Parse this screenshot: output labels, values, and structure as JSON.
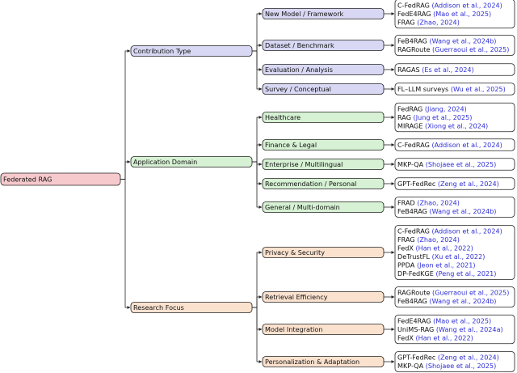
{
  "colors": {
    "root": "#f6c9cc",
    "contribution": "#d8d8f4",
    "application": "#d6f1d3",
    "research": "#fbe2cf",
    "leaf": "#ffffff",
    "citation": "#2e2ed6",
    "line": "#222222"
  },
  "root": {
    "label": "Federated RAG"
  },
  "branches": [
    {
      "label": "Contribution Type",
      "children": [
        {
          "label": "New Model / Framework",
          "refs": [
            {
              "name": "C-FedRAG",
              "cite": "(Addison et al., 2024)"
            },
            {
              "name": "FedE4RAG",
              "cite": "(Mao et al., 2025)"
            },
            {
              "name": "FRAG",
              "cite": "(Zhao, 2024)"
            }
          ]
        },
        {
          "label": "Dataset / Benchmark",
          "refs": [
            {
              "name": "FeB4RAG",
              "cite": "(Wang et al., 2024b)"
            },
            {
              "name": "RAGRoute",
              "cite": "(Guerraoui et al., 2025)"
            }
          ]
        },
        {
          "label": "Evaluation / Analysis",
          "refs": [
            {
              "name": "RAGAS",
              "cite": "(Es et al., 2024)"
            }
          ]
        },
        {
          "label": "Survey / Conceptual",
          "refs": [
            {
              "name": "FL–LLM surveys",
              "cite": "(Wu et al., 2025)"
            }
          ]
        }
      ]
    },
    {
      "label": "Application Domain",
      "children": [
        {
          "label": "Healthcare",
          "refs": [
            {
              "name": "FedRAG",
              "cite": "(Jiang, 2024)"
            },
            {
              "name": "RAG",
              "cite": "(Jung et al., 2025)"
            },
            {
              "name": "MIRAGE",
              "cite": "(Xiong et al., 2024)"
            }
          ]
        },
        {
          "label": "Finance & Legal",
          "refs": [
            {
              "name": "C-FedRAG",
              "cite": "(Addison et al., 2024)"
            }
          ]
        },
        {
          "label": "Enterprise / Multilingual",
          "refs": [
            {
              "name": "MKP-QA",
              "cite": "(Shojaee et al., 2025)"
            }
          ]
        },
        {
          "label": "Recommendation / Personal",
          "refs": [
            {
              "name": "GPT-FedRec",
              "cite": "(Zeng et al., 2024)"
            }
          ]
        },
        {
          "label": "General / Multi-domain",
          "refs": [
            {
              "name": "FRAD",
              "cite": "(Zhao, 2024)"
            },
            {
              "name": "FeB4RAG",
              "cite": "(Wang et al., 2024b)"
            }
          ]
        }
      ]
    },
    {
      "label": "Research Focus",
      "children": [
        {
          "label": "Privacy & Security",
          "refs": [
            {
              "name": "C-FedRAG",
              "cite": "(Addison et al., 2024)"
            },
            {
              "name": "FRAG",
              "cite": "(Zhao, 2024)"
            },
            {
              "name": "FedX",
              "cite": "(Han et al., 2022)"
            },
            {
              "name": "DeTrustFL",
              "cite": "(Xu et al., 2022)"
            },
            {
              "name": "PPDA",
              "cite": "(Jeon et al., 2021)"
            },
            {
              "name": "DP-FedKGE",
              "cite": "(Peng et al., 2021)"
            }
          ]
        },
        {
          "label": "Retrieval Efficiency",
          "refs": [
            {
              "name": "RAGRoute",
              "cite": "(Guerraoui et al., 2025)"
            },
            {
              "name": "FeB4RAG",
              "cite": "(Wang et al., 2024b)"
            }
          ]
        },
        {
          "label": "Model Integration",
          "refs": [
            {
              "name": "FedE4RAG",
              "cite": "(Mao et al., 2025)"
            },
            {
              "name": "UniMS-RAG",
              "cite": "(Wang et al., 2024a)"
            },
            {
              "name": "FedX",
              "cite": "(Han et al., 2022)"
            }
          ]
        },
        {
          "label": "Personalization & Adaptation",
          "refs": [
            {
              "name": "GPT-FedRec",
              "cite": "(Zeng et al., 2024)"
            },
            {
              "name": "MKP-QA",
              "cite": "(Shojaee et al., 2025)"
            }
          ]
        }
      ]
    }
  ]
}
